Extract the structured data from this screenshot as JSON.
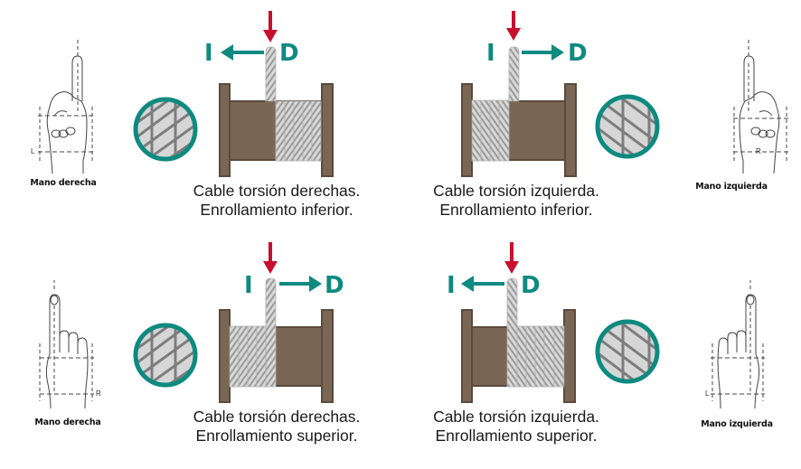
{
  "colors": {
    "teal": "#0e8a80",
    "red": "#c8102e",
    "drum": "#7a6654",
    "drum_edge": "#5b4a3d",
    "cable": "#d9d9d9",
    "cable_stripe": "#9a9a9a",
    "text": "#1a1a1a"
  },
  "labels": {
    "left": "I",
    "right": "D"
  },
  "panels": [
    {
      "id": "top-left",
      "caption_line1": "Cable torsión derechas.",
      "caption_line2": "Enrollamiento inferior.",
      "hand": "Mano derecha",
      "hand_side_letter": "L",
      "direction": "left",
      "winding": "inferior",
      "lay": "right"
    },
    {
      "id": "top-right",
      "caption_line1": "Cable torsión izquierda.",
      "caption_line2": "Enrollamiento inferior.",
      "hand": "Mano izquierda",
      "hand_side_letter": "R",
      "direction": "right",
      "winding": "inferior",
      "lay": "left"
    },
    {
      "id": "bottom-left",
      "caption_line1": "Cable torsión derechas.",
      "caption_line2": "Enrollamiento superior.",
      "hand": "Mano derecha",
      "hand_side_letter": "R",
      "direction": "right",
      "winding": "superior",
      "lay": "right"
    },
    {
      "id": "bottom-right",
      "caption_line1": "Cable torsión izquierda.",
      "caption_line2": "Enrollamiento superior.",
      "hand": "Mano izquierda",
      "hand_side_letter": "L",
      "direction": "left",
      "winding": "superior",
      "lay": "left"
    }
  ]
}
